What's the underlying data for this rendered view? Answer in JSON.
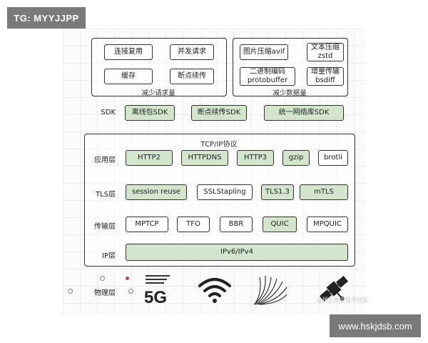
{
  "banners": {
    "top": "TG: MYYJJPP",
    "bottom": "www.hskjdsb.com"
  },
  "reduce_requests": {
    "caption": "减少请求量",
    "items": [
      "连接复用",
      "并发请求",
      "缓存",
      "断点续传"
    ]
  },
  "reduce_data": {
    "caption": "减少数据量",
    "items": [
      {
        "line1": "图片压缩avif",
        "line2": ""
      },
      {
        "line1": "文本压缩",
        "line2": "zstd"
      },
      {
        "line1": "二进制编码",
        "line2": "protobuffer"
      },
      {
        "line1": "增量传输",
        "line2": "bsdiff"
      }
    ]
  },
  "sdk": {
    "label": "SDK",
    "items": [
      "离线包SDK",
      "断点续传SDK",
      "统一网络库SDK"
    ]
  },
  "tcpip": {
    "title": "TCP/IP协议",
    "layers": {
      "app": {
        "label": "应用层",
        "items": [
          "HTTP2",
          "HTTPDNS",
          "HTTP3",
          "gzip",
          "brotli"
        ]
      },
      "tls": {
        "label": "TLS层",
        "items": [
          "session reuse",
          "SSLStapling",
          "TLS1.3",
          "mTLS"
        ]
      },
      "transport": {
        "label": "传输层",
        "items": [
          "MPTCP",
          "TFO",
          "BBR",
          "QUIC",
          "MPQUIC"
        ]
      },
      "ip": {
        "label": "IP层",
        "items": [
          "IPv6/IPv4"
        ]
      }
    }
  },
  "physical": {
    "label": "物理层",
    "icons": [
      "5g-icon",
      "wifi-icon",
      "fiber-optic-icon",
      "satellite-icon"
    ],
    "icon_5g_text": "5G"
  },
  "watermark": "@稀土掘金技术社区",
  "colors": {
    "highlight": "#d3e6cd",
    "border": "#333333"
  }
}
